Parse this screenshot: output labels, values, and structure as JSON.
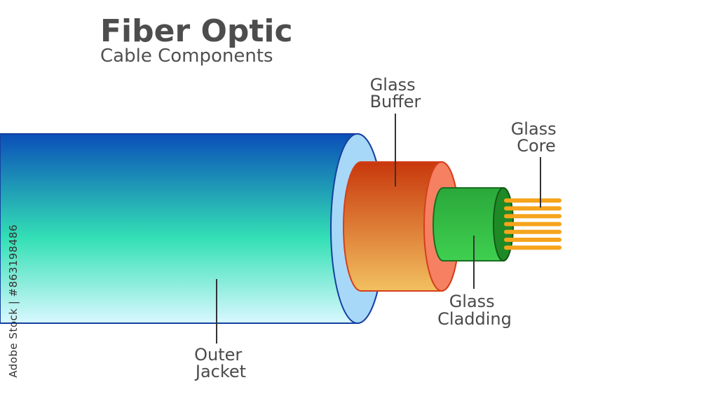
{
  "title": {
    "main": "Fiber Optic",
    "sub": "Cable Components"
  },
  "labels": {
    "outer_jacket": [
      "Outer",
      "Jacket"
    ],
    "glass_buffer": [
      "Glass",
      "Buffer"
    ],
    "glass_core": [
      "Glass",
      "Core"
    ],
    "glass_cladding": [
      "Glass",
      "Cladding"
    ]
  },
  "stock_id": "Adobe Stock | #863198486",
  "colors": {
    "jacket_top": "#0a4fb8",
    "jacket_mid": "#33e0b5",
    "jacket_bottom": "#d9f8ff",
    "jacket_face": "#a8d8f8",
    "buffer_top": "#c8380c",
    "buffer_bottom": "#f2c060",
    "buffer_face": "#f58062",
    "cladding": "#3fcf50",
    "cladding_face": "#1e8a26",
    "core": "#f5a41c"
  }
}
